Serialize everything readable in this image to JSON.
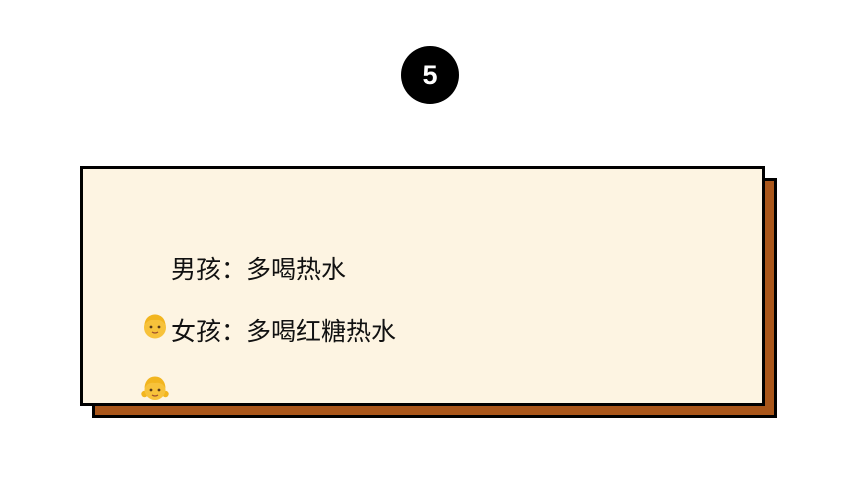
{
  "badge": {
    "number": "5"
  },
  "card": {
    "lines": [
      {
        "icon": "boy-emoji-icon",
        "speaker": "男孩",
        "separator": "：",
        "text": "多喝热水"
      },
      {
        "icon": "girl-emoji-icon",
        "speaker": "女孩",
        "separator": "：",
        "text": "多喝红糖热水"
      }
    ]
  },
  "colors": {
    "badge_bg": "#000000",
    "badge_text": "#ffffff",
    "card_bg": "#fdf4e2",
    "card_border": "#000000",
    "shadow": "#a9561a"
  }
}
